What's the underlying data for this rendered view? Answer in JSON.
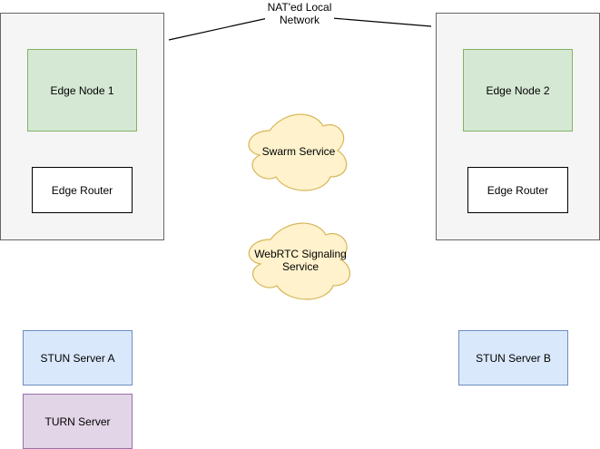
{
  "network": {
    "label_line1": "NAT'ed Local",
    "label_line2": "Network"
  },
  "nodes": {
    "edge_node_1": "Edge Node 1",
    "edge_router_1": "Edge Router",
    "edge_node_2": "Edge Node 2",
    "edge_router_2": "Edge Router",
    "stun_a": "STUN Server A",
    "stun_b": "STUN Server B",
    "turn": "TURN Server"
  },
  "clouds": {
    "swarm": "Swarm Service",
    "webrtc_line1": "WebRTC Signaling",
    "webrtc_line2": "Service"
  },
  "colors": {
    "container_fill": "#f5f5f5",
    "edge_node_fill": "#d5e8d4",
    "stun_fill": "#dae8fc",
    "turn_fill": "#e1d5e7",
    "cloud_fill": "#fff2cc",
    "cloud_stroke": "#d6b656"
  }
}
